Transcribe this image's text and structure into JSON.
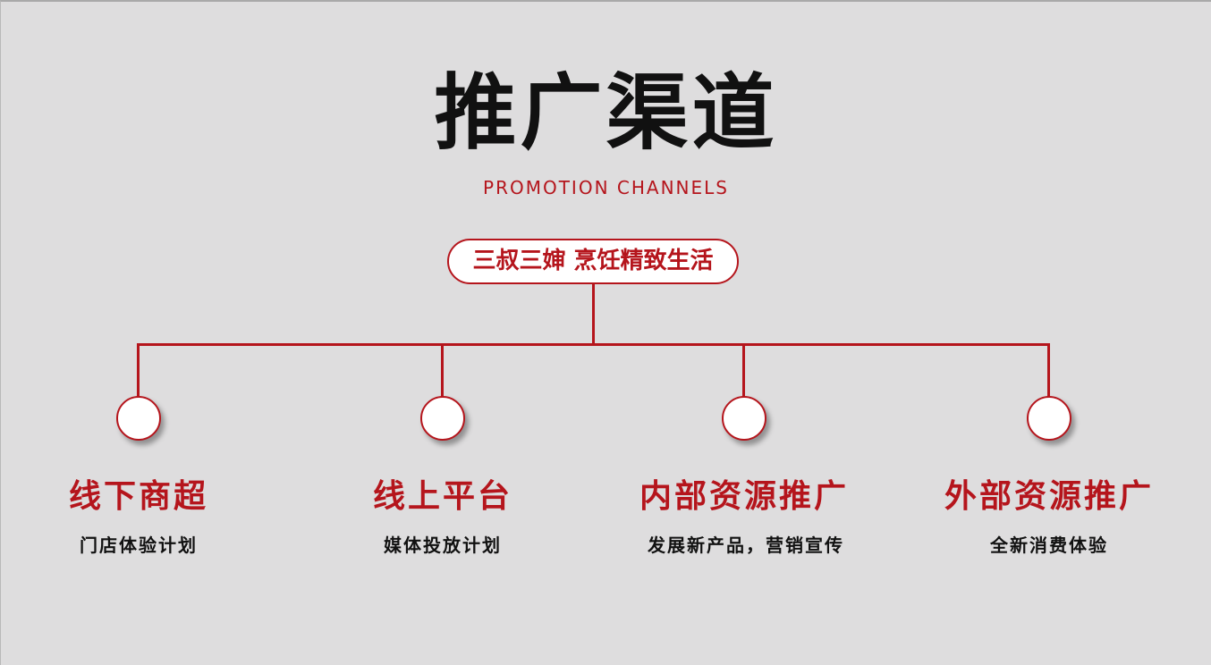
{
  "title": "推广渠道",
  "subtitle": "PROMOTION CHANNELS",
  "root": "三叔三婶 烹饪精致生活",
  "branches": [
    {
      "title": "线下商超",
      "desc": "门店体验计划"
    },
    {
      "title": "线上平台",
      "desc": "媒体投放计划"
    },
    {
      "title": "内部资源推广",
      "desc": "发展新产品，营销宣传"
    },
    {
      "title": "外部资源推广",
      "desc": "全新消费体验"
    }
  ],
  "colors": {
    "accent": "#b5151c",
    "background": "#deddde",
    "text": "#111111"
  }
}
